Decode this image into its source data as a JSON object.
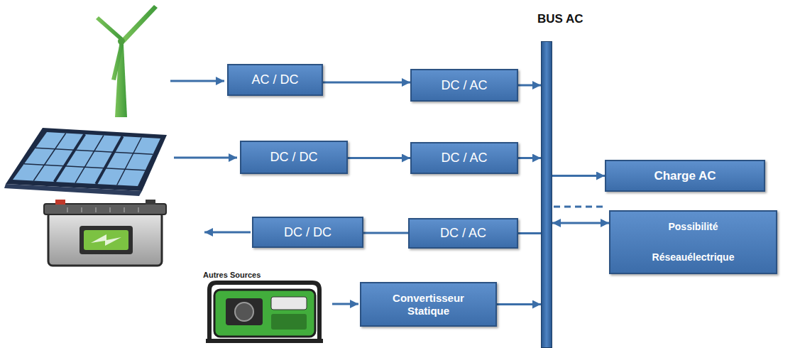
{
  "diagram": {
    "nodes": [
      {
        "text": [
          "BUS AC"
        ]
      },
      {
        "text": [
          "AC / DC"
        ]
      },
      {
        "text": [
          "DC / AC"
        ]
      },
      {
        "text": [
          "DC / DC"
        ]
      },
      {
        "text": [
          "DC / AC"
        ]
      },
      {
        "text": [
          "Charge AC"
        ]
      },
      {
        "text": [
          "DC / DC"
        ]
      },
      {
        "text": [
          "DC / AC"
        ]
      },
      {
        "text": [
          "Possibilité",
          "Réseauélectrique"
        ]
      },
      {
        "text": [
          "Convertisseur Statique"
        ]
      }
    ],
    "edges": [
      {
        "from": 1,
        "to": 2,
        "arrow": "to"
      },
      {
        "from": 2,
        "to": 0,
        "arrow": "to"
      },
      {
        "from": 3,
        "to": 4,
        "arrow": "to"
      },
      {
        "from": 4,
        "to": 0,
        "arrow": "to"
      },
      {
        "from": 0,
        "to": 5,
        "arrow": "to"
      },
      {
        "from": 7,
        "to": 6,
        "arrow": "none"
      },
      {
        "from": 7,
        "to": 0,
        "arrow": "none"
      },
      {
        "from": 0,
        "to": 8,
        "arrow": "both"
      },
      {
        "from": 9,
        "to": 0,
        "arrow": "to"
      }
    ],
    "labels": [
      "Autres Sources"
    ]
  }
}
